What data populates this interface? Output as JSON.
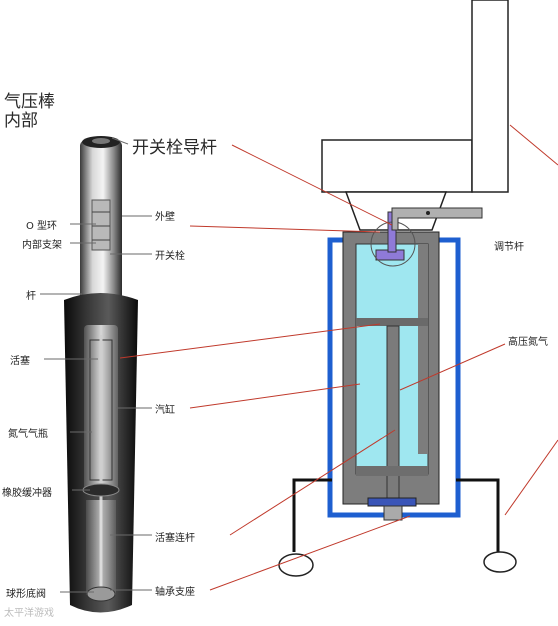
{
  "title": "气压棒\n内部",
  "labels": {
    "guide_rod": "开关栓导杆",
    "o_ring": "O 型环",
    "outer_wall": "外壁",
    "inner_bracket": "内部支架",
    "switch_plug": "开关栓",
    "rod": "杆",
    "piston": "活塞",
    "cylinder": "汽缸",
    "nitrogen_bottle": "氮气气瓶",
    "rubber_buffer": "橡胶缓冲器",
    "piston_rod": "活塞连杆",
    "ball_valve": "球形底阀",
    "bearing_seat": "轴承支座",
    "adjust_lever": "调节杆",
    "high_pressure_nitrogen": "高压氮气"
  },
  "watermark": "太平洋游戏"
}
